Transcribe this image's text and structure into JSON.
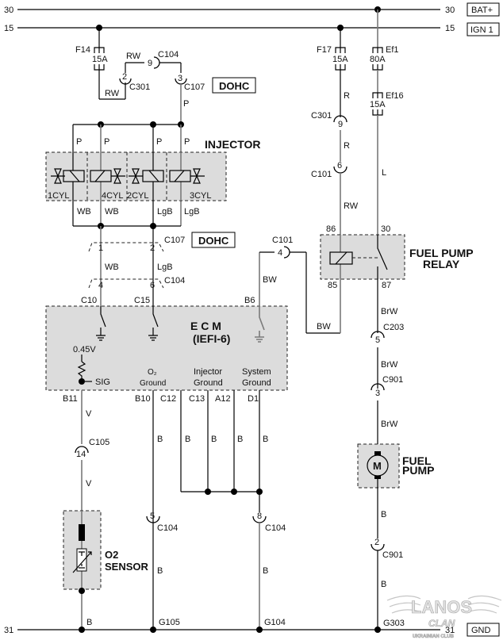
{
  "buses": {
    "bat": {
      "number": "30",
      "label": "BAT+"
    },
    "ign": {
      "number": "15",
      "label": "IGN 1"
    },
    "gnd": {
      "number": "31",
      "label": "GND"
    }
  },
  "fuses": {
    "f14": {
      "name": "F14",
      "rating": "15A"
    },
    "f17": {
      "name": "F17",
      "rating": "15A"
    },
    "ef1": {
      "name": "Ef1",
      "rating": "80A"
    },
    "ef16": {
      "name": "Ef16",
      "rating": "15A"
    }
  },
  "connectors": {
    "c104_9": {
      "name": "C104",
      "pin": "9"
    },
    "c301_2": {
      "name": "C301",
      "pin": "2"
    },
    "c107_3": {
      "name": "C107",
      "pin": "3"
    },
    "c301_9": {
      "name": "C301",
      "pin": "9"
    },
    "c101_6": {
      "name": "C101",
      "pin": "6"
    },
    "c107_lower": {
      "name": "C107",
      "pin_a": "1",
      "pin_b": "2"
    },
    "c104_lower": {
      "name": "C104",
      "pin_a": "4",
      "pin_b": "6"
    },
    "c101_4": {
      "name": "C101",
      "pin": "4"
    },
    "c203_5": {
      "name": "C203",
      "pin": "5"
    },
    "c901_3": {
      "name": "C901",
      "pin": "3"
    },
    "c901_2": {
      "name": "C901",
      "pin": "2"
    },
    "c105_14": {
      "name": "C105",
      "pin": "14"
    },
    "c104_5": {
      "name": "C104",
      "pin": "5"
    },
    "c104_8": {
      "name": "C104",
      "pin": "8"
    }
  },
  "badges": {
    "dohc_top": "DOHC",
    "dohc_mid": "DOHC"
  },
  "wires": {
    "rw": "RW",
    "p": "P",
    "wb": "WB",
    "lgb": "LgB",
    "r": "R",
    "l": "L",
    "bw": "BW",
    "brw": "BrW",
    "v": "V",
    "b": "B"
  },
  "injector": {
    "title": "INJECTOR",
    "cylinders": [
      "1CYL",
      "4CYL",
      "2CYL",
      "3CYL"
    ]
  },
  "ecm": {
    "title": "E  C  M",
    "subtitle": "(IEFI-6)",
    "voltage": "0.45V",
    "sig": "SIG",
    "o2_ground": [
      "O₂",
      "Ground"
    ],
    "injector_ground": [
      "Injector",
      "Ground"
    ],
    "system_ground": [
      "System",
      "Ground"
    ],
    "pins_top": {
      "c10": "C10",
      "c15": "C15",
      "b6": "B6"
    },
    "pins_bottom": {
      "b11": "B11",
      "b10": "B10",
      "c12": "C12",
      "c13": "C13",
      "a12": "A12",
      "d1": "D1"
    }
  },
  "relay": {
    "title_line1": "FUEL PUMP",
    "title_line2": "RELAY",
    "pins": {
      "p86": "86",
      "p30": "30",
      "p85": "85",
      "p87": "87"
    }
  },
  "fuel_pump": {
    "title_line1": "FUEL",
    "title_line2": "PUMP",
    "symbol": "M"
  },
  "o2_sensor": {
    "title_line1": "O2",
    "title_line2": "SENSOR"
  },
  "grounds": {
    "g105": "G105",
    "g104": "G104",
    "g303": "G303"
  },
  "watermark": {
    "brand": "LANOS",
    "sub": "CLAN",
    "tagline": "UKRAINIAN CLUB"
  }
}
